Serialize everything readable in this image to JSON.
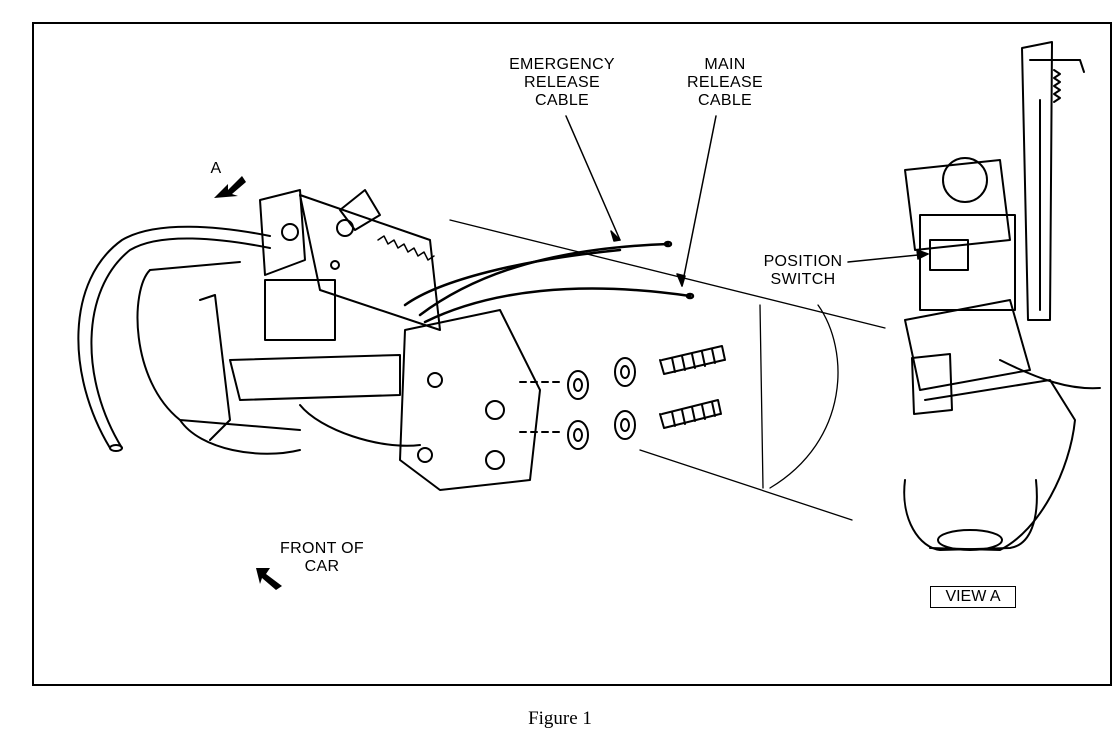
{
  "figure": {
    "caption": "Figure 1",
    "labels": {
      "emergency_release_cable": [
        "EMERGENCY",
        "RELEASE",
        "CABLE"
      ],
      "main_release_cable": [
        "MAIN",
        "RELEASE",
        "CABLE"
      ],
      "position_switch": [
        "POSITION",
        "SWITCH"
      ],
      "front_of_car": [
        "FRONT OF",
        "CAR"
      ],
      "view_arrow": "A",
      "view_a": "VIEW A"
    }
  }
}
